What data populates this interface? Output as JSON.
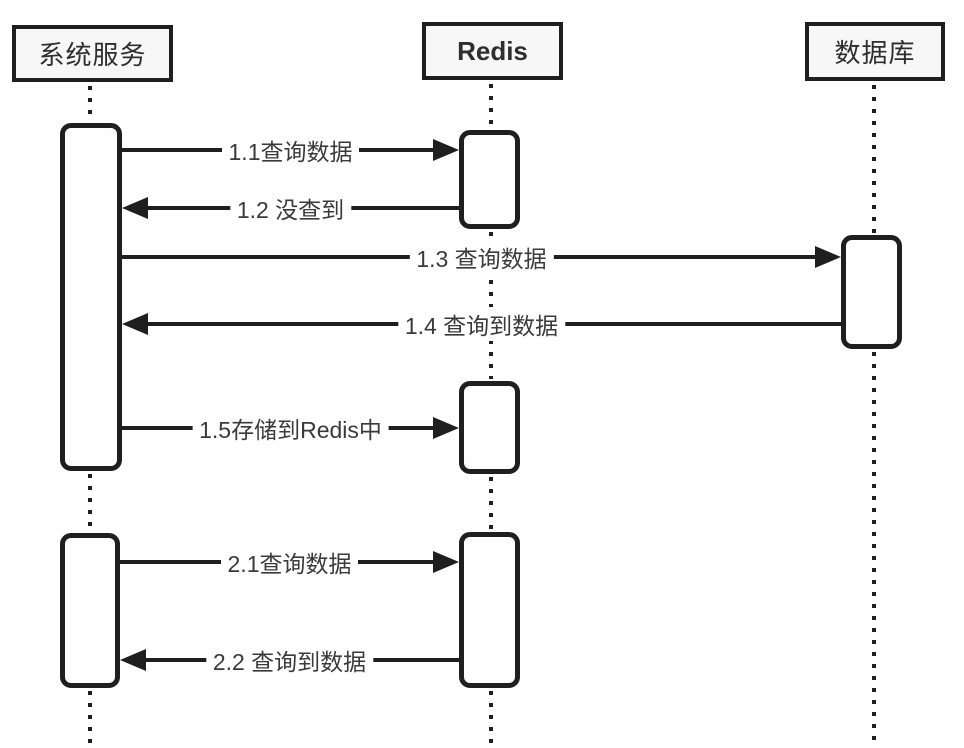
{
  "diagram_type": "uml-sequence",
  "actors": [
    {
      "name": "系统服务"
    },
    {
      "name": "Redis"
    },
    {
      "name": "数据库"
    }
  ],
  "messages": [
    {
      "label": "1.1查询数据",
      "from": "系统服务",
      "to": "Redis",
      "direction": "right"
    },
    {
      "label": "1.2 没查到",
      "from": "Redis",
      "to": "系统服务",
      "direction": "left"
    },
    {
      "label": "1.3 查询数据",
      "from": "系统服务",
      "to": "数据库",
      "direction": "right"
    },
    {
      "label": "1.4 查询到数据",
      "from": "数据库",
      "to": "系统服务",
      "direction": "left"
    },
    {
      "label": "1.5存储到Redis中",
      "from": "系统服务",
      "to": "Redis",
      "direction": "right"
    },
    {
      "label": "2.1查询数据",
      "from": "系统服务",
      "to": "Redis",
      "direction": "right"
    },
    {
      "label": "2.2 查询到数据",
      "from": "Redis",
      "to": "系统服务",
      "direction": "left"
    }
  ],
  "colors": {
    "line": "#1f1f1f",
    "text": "#3a3a3a",
    "actor_fill": "#f7f7f7",
    "activation_fill": "#fefefe",
    "background": "#ffffff"
  }
}
